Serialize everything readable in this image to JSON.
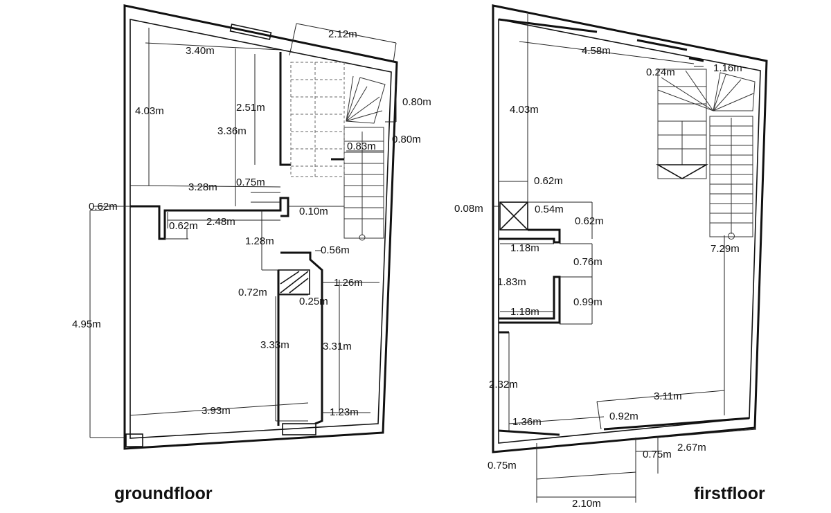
{
  "plans": {
    "ground": {
      "title": "groundfloor",
      "dims": [
        "3.40m",
        "4.03m",
        "2.12m",
        "2.51m",
        "3.36m",
        "0.80m",
        "0.80m",
        "0.83m",
        "3.28m",
        "0.75m",
        "0.10m",
        "0.62m",
        "2.48m",
        "0.62m",
        "1.28m",
        "0.56m",
        "1.26m",
        "0.72m",
        "0.25m",
        "4.95m",
        "3.33m",
        "3.31m",
        "3.93m",
        "1.23m"
      ]
    },
    "first": {
      "title": "firstfloor",
      "dims": [
        "4.58m",
        "0.24m",
        "1.16m",
        "4.03m",
        "0.62m",
        "0.08m",
        "0.54m",
        "0.62m",
        "1.18m",
        "0.76m",
        "1.83m",
        "0.99m",
        "1.18m",
        "7.29m",
        "2.32m",
        "3.11m",
        "1.36m",
        "0.92m",
        "0.75m",
        "0.75m",
        "2.67m",
        "2.10m"
      ]
    }
  }
}
